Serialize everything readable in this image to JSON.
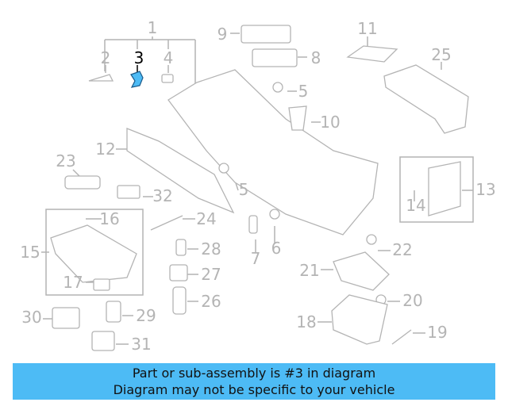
{
  "diagram": {
    "highlighted_part": "3",
    "highlight_color": "#4dbbf5",
    "line_color": "#b4b4b4",
    "labels": [
      "1",
      "2",
      "3",
      "4",
      "9",
      "8",
      "11",
      "25",
      "5",
      "10",
      "12",
      "23",
      "5",
      "32",
      "13",
      "14",
      "16",
      "24",
      "15",
      "28",
      "7",
      "6",
      "22",
      "21",
      "17",
      "27",
      "26",
      "20",
      "30",
      "29",
      "18",
      "19",
      "31"
    ]
  },
  "banner": {
    "line1": "Part or sub-assembly is #3 in diagram",
    "line2": "Diagram may not be specific to your vehicle",
    "background": "#4dbbf5"
  }
}
